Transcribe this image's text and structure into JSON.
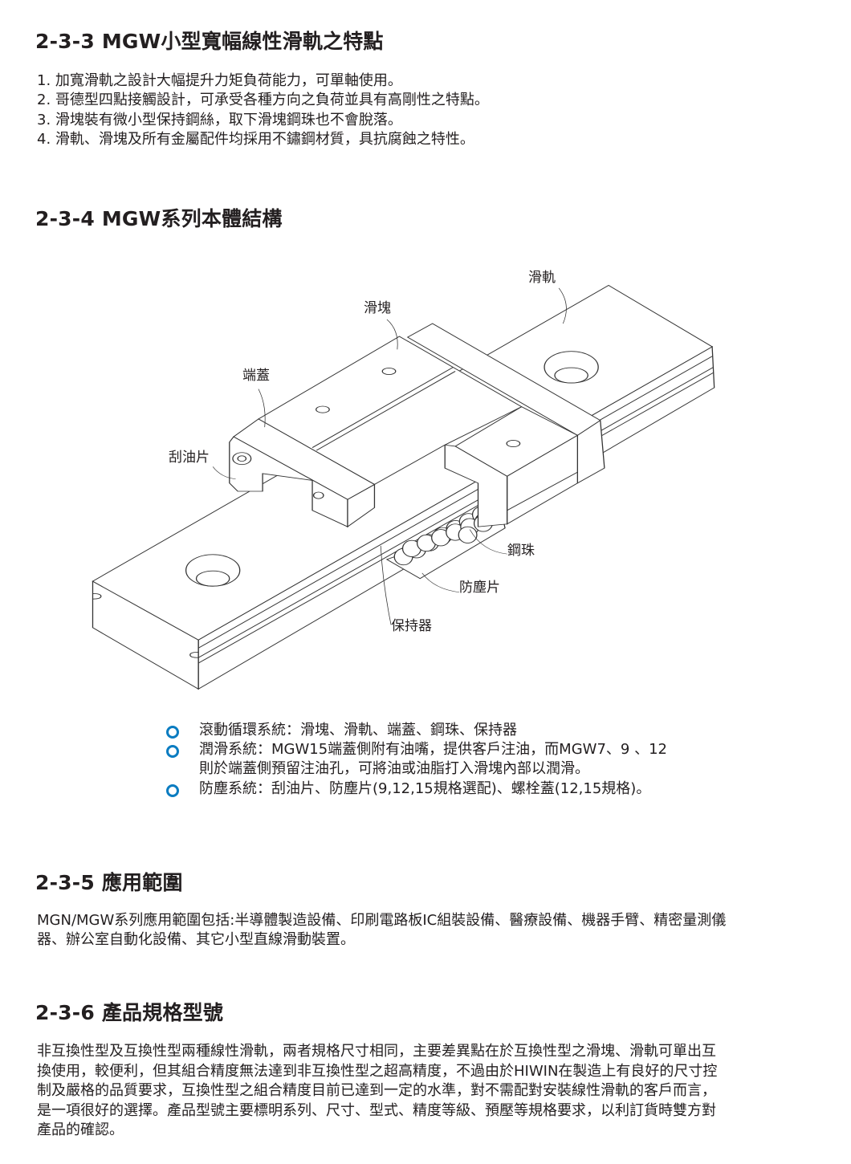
{
  "section_233": {
    "title": "2-3-3 MGW小型寬幅線性滑軌之特點",
    "items": [
      "1. 加寬滑軌之設計大幅提升力矩負荷能力，可單軸使用。",
      "2. 哥德型四點接觸設計，可承受各種方向之負荷並具有高剛性之特點。",
      "3. 滑塊裝有微小型保持鋼絲，取下滑塊鋼珠也不會脫落。",
      "4. 滑軌、滑塊及所有金屬配件均採用不鏽鋼材質，具抗腐蝕之特性。"
    ]
  },
  "section_234": {
    "title": "2-3-4 MGW系列本體結構",
    "diagram_labels": {
      "rail": "滑軌",
      "block": "滑塊",
      "end_cap": "端蓋",
      "scraper": "刮油片",
      "balls": "鋼珠",
      "dust_plate": "防塵片",
      "retainer": "保持器"
    },
    "bullets": [
      [
        "滾動循環系統：滑塊、滑軌、端蓋、鋼珠、保持器"
      ],
      [
        "潤滑系統：MGW15端蓋側附有油嘴，提供客戶注油，而MGW7、9 、12",
        "則於端蓋側預留注油孔，可將油或油脂打入滑塊內部以潤滑。"
      ],
      [
        "防塵系統：刮油片、防塵片(9,12,15規格選配)、螺栓蓋(12,15規格)。"
      ]
    ],
    "bullet_color": "#0a7cc1"
  },
  "section_235": {
    "title": "2-3-5 應用範圍",
    "lines": [
      "MGN/MGW系列應用範圍包括:半導體製造設備、印刷電路板IC組裝設備、醫療設備、機器手臂、精密量測儀",
      "器、辦公室自動化設備、其它小型直線滑動裝置。"
    ]
  },
  "section_236": {
    "title": "2-3-6 產品規格型號",
    "lines": [
      "非互換性型及互換性型兩種線性滑軌，兩者規格尺寸相同，主要差異點在於互換性型之滑塊、滑軌可單出互",
      "換使用，較便利，但其組合精度無法達到非互換性型之超高精度，不過由於HIWIN在製造上有良好的尺寸控",
      "制及嚴格的品質要求，互換性型之組合精度目前已達到一定的水準，對不需配對安裝線性滑軌的客戶而言，",
      "是一項很好的選擇。產品型號主要標明系列、尺寸、型式、精度等級、預壓等規格要求，以利訂貨時雙方對",
      "產品的確認。"
    ]
  }
}
